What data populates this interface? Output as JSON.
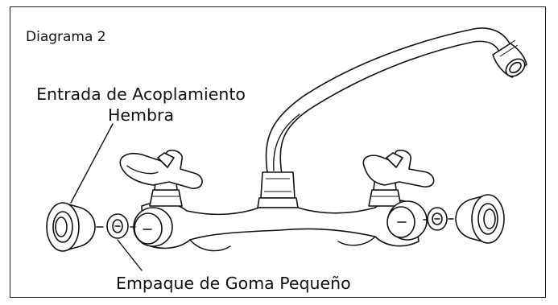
{
  "diagram": {
    "title": "Diagrama 2",
    "labels": {
      "female_inlet_line1": "Entrada de Acoplamiento",
      "female_inlet_line2": "Hembra",
      "small_rubber_gasket": "Empaque de Goma Pequeño"
    },
    "icons": [
      "faucet-spout-icon",
      "cross-handle-icon",
      "coupling-inlet-icon",
      "rubber-gasket-icon"
    ]
  }
}
